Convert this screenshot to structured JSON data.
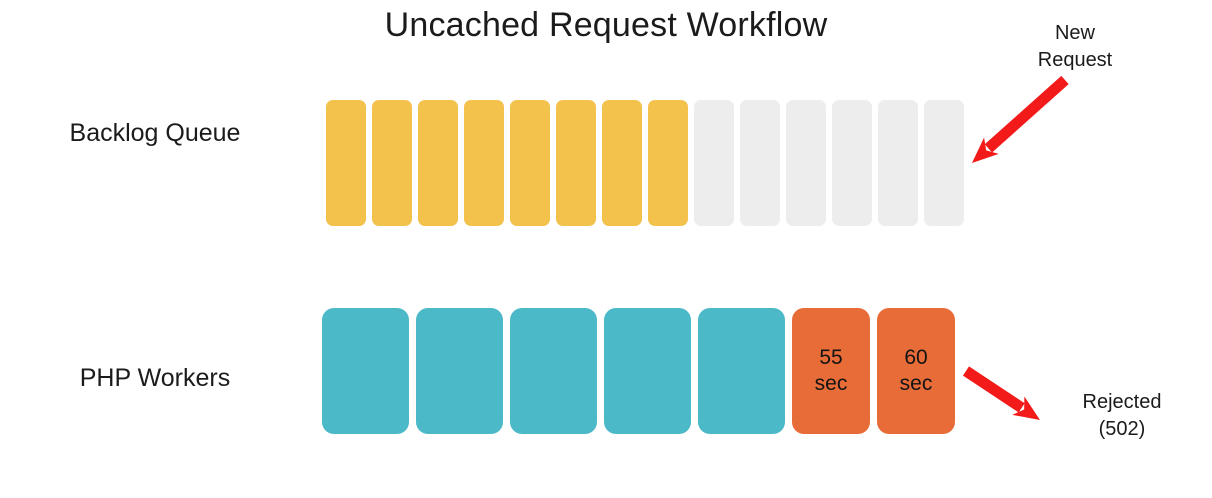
{
  "title": "Uncached Request Workflow",
  "colors": {
    "queue_filled": "#F2C24C",
    "queue_empty": "#EDEDED",
    "worker_busy": "#4BB9C7",
    "worker_overloaded": "#E86C38",
    "arrow": "#F31A1A",
    "text": "#1b1b1b",
    "background": "#FFFFFF"
  },
  "rows": {
    "backlog": {
      "label": "Backlog Queue",
      "total_slots": 14,
      "filled_slots": 8,
      "empty_slots": 6,
      "slots": [
        {
          "state": "filled"
        },
        {
          "state": "filled"
        },
        {
          "state": "filled"
        },
        {
          "state": "filled"
        },
        {
          "state": "filled"
        },
        {
          "state": "filled"
        },
        {
          "state": "filled"
        },
        {
          "state": "filled"
        },
        {
          "state": "empty"
        },
        {
          "state": "empty"
        },
        {
          "state": "empty"
        },
        {
          "state": "empty"
        },
        {
          "state": "empty"
        },
        {
          "state": "empty"
        }
      ]
    },
    "workers": {
      "label": "PHP Workers",
      "total_slots": 7,
      "busy_slots": 5,
      "overloaded_slots": 2,
      "slots": [
        {
          "state": "busy",
          "value": "",
          "unit": ""
        },
        {
          "state": "busy",
          "value": "",
          "unit": ""
        },
        {
          "state": "busy",
          "value": "",
          "unit": ""
        },
        {
          "state": "busy",
          "value": "",
          "unit": ""
        },
        {
          "state": "busy",
          "value": "",
          "unit": ""
        },
        {
          "state": "overloaded",
          "value": "55",
          "unit": "sec"
        },
        {
          "state": "overloaded",
          "value": "60",
          "unit": "sec"
        }
      ]
    }
  },
  "annotations": {
    "new_request": {
      "line1": "New",
      "line2": "Request"
    },
    "rejected": {
      "line1": "Rejected",
      "line2": "(502)"
    }
  },
  "arrows": [
    {
      "name": "new-request-arrow",
      "from": [
        1065,
        80
      ],
      "to": [
        972,
        163
      ],
      "color": "#F31A1A"
    },
    {
      "name": "rejected-arrow",
      "from": [
        966,
        371
      ],
      "to": [
        1040,
        420
      ],
      "color": "#F31A1A"
    }
  ]
}
